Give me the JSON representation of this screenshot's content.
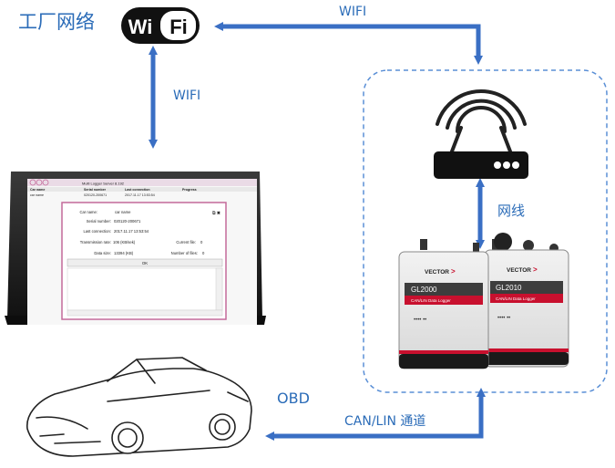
{
  "labels": {
    "factory_network": "工厂网络",
    "wifi_logo": "WiFi",
    "wifi_top": "WIFI",
    "wifi_left": "WIFI",
    "ethernet": "网线",
    "obd": "OBD",
    "can_lin": "CAN/LIN 通道"
  },
  "laptop_app": {
    "window_title": "Multi Logger Server 8.192",
    "columns": [
      "Car name",
      "Serial number",
      "Last connection",
      "Progress"
    ],
    "row": [
      "car name",
      "020120-200671",
      "2017.11.17 13:53:54",
      ""
    ],
    "details": {
      "car_name_label": "Car name:",
      "car_name_value": "car name",
      "serial_label": "Serial number:",
      "serial_value": "020120-200671",
      "last_conn_label": "Last connection:",
      "last_conn_value": "2017.11.17 13:53:54",
      "rate_label": "Transmission rate:",
      "rate_value": "106 (KB/sek)",
      "current_file_label": "Current file:",
      "current_file_value": "0",
      "data_size_label": "Data size:",
      "data_size_value": "13394 (KB)",
      "num_files_label": "Number of files:",
      "num_files_value": "0",
      "ok_button": "OK"
    }
  },
  "loggers": [
    {
      "brand": "VECTOR",
      "model": "GL2000",
      "subtitle": "CAN/LIN Data Logger"
    },
    {
      "brand": "VECTOR",
      "model": "GL2010",
      "subtitle": "CAN/LIN Data Logger"
    }
  ],
  "colors": {
    "arrow": "#3a6fc4",
    "dashed_box": "#5a8fd6",
    "logger_red": "#c8102e",
    "laptop_frame": "#c46a9a"
  }
}
